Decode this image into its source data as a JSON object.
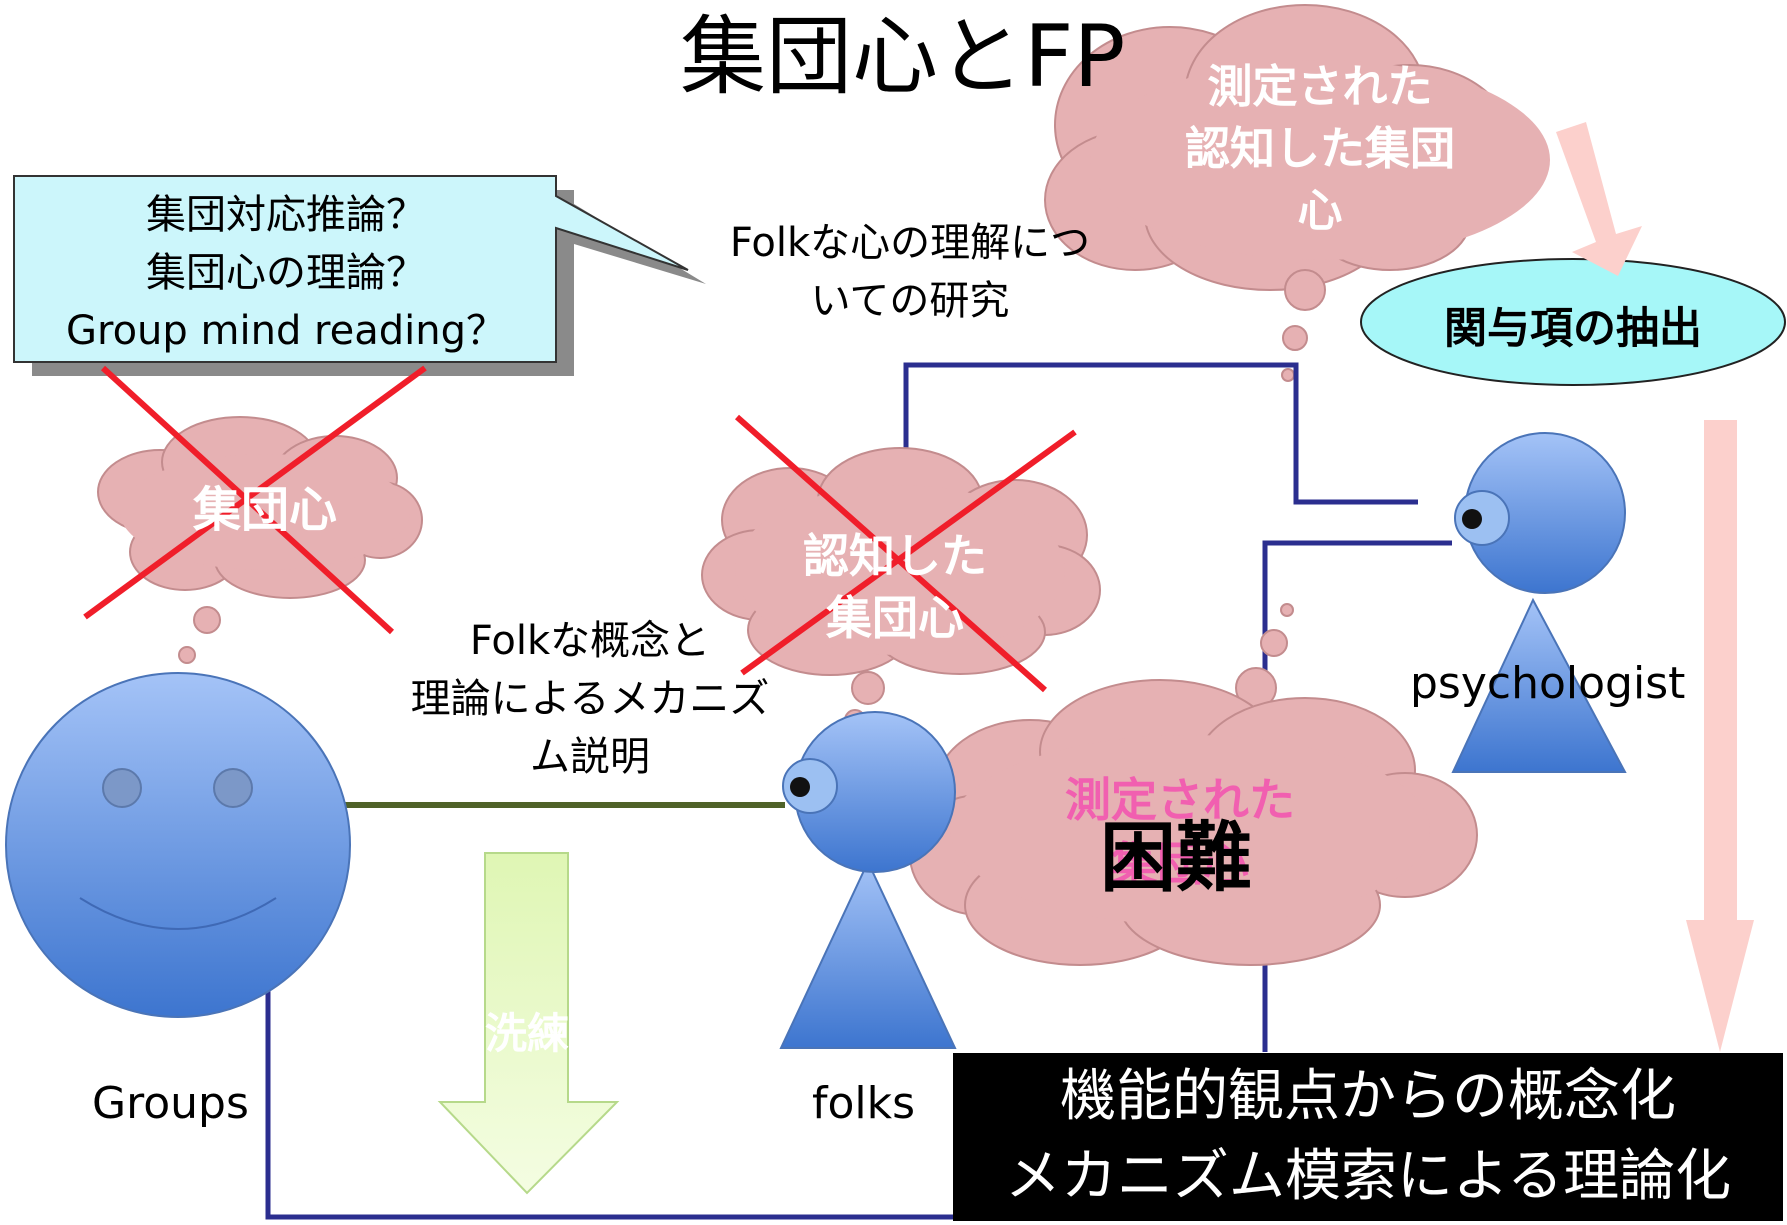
{
  "title": "集団心とFP",
  "callout": {
    "line1": "集団対応推論？",
    "line2": "集団心の理論？",
    "line3": "Group mind reading？"
  },
  "folk_research": {
    "line1": "Folkな心の理解につ",
    "line2": "いての研究"
  },
  "clouds": {
    "top": {
      "line1": "測定された",
      "line2": "認知した集団",
      "line3": "心"
    },
    "groups": "集団心",
    "folks": {
      "line1": "認知した",
      "line2": "集団心"
    },
    "middle": {
      "line1": "測定された",
      "line2": "集団心"
    }
  },
  "difficulty": "困難",
  "extraction": "関与項の抽出",
  "mechanism_note": {
    "line1": "Folkな概念と",
    "line2": "理論によるメカニズ",
    "line3": "ム説明"
  },
  "refine": "洗練",
  "actors": {
    "groups": "Groups",
    "folks": "folks",
    "psychologist": "psychologist"
  },
  "conclusion": {
    "line1": "機能的観点からの概念化",
    "line2": "メカニズム模索による理論化"
  },
  "colors": {
    "body_blue": "#5b8ed8",
    "cloud_pink": "#e6b1b3",
    "cross_red": "#f01e2a",
    "line_navy": "#2b2e8f",
    "arrow_olive": "#4f6228",
    "ellipse_cyan": "#a6f7f8",
    "pink_arrow": "#fcd0cc",
    "green_arrow": "#e6fbc0"
  }
}
